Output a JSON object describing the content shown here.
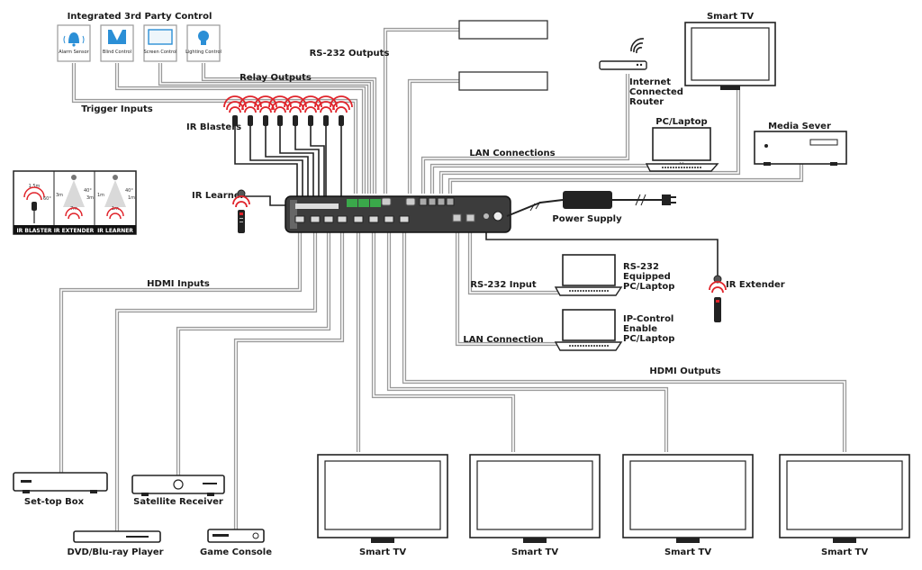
{
  "labels": {
    "integrated": "Integrated 3rd Party Control",
    "alarm": "Alarm Sensor",
    "blind": "Blind Control",
    "screen": "Screen Control",
    "lighting": "Lighting Control",
    "relay": "Relay Outputs",
    "trigger": "Trigger Inputs",
    "rs232_outputs": "RS-232 Outputs",
    "ir_blasters": "IR Blasters",
    "ir_learner": "IR Learner",
    "lan_connections": "LAN Connections",
    "router": [
      "Internet",
      "Connected",
      "Router"
    ],
    "smart_tv": "Smart TV",
    "pc_laptop": "PC/Laptop",
    "media_server": "Media Sever",
    "power_supply": "Power Supply",
    "hdmi_inputs": "HDMI Inputs",
    "rs232_input": "RS-232 Input",
    "rs232_pc": [
      "RS-232",
      "Equipped",
      "PC/Laptop"
    ],
    "ir_extender": "IR Extender",
    "lan_connection": "LAN Connection",
    "ip_pc": [
      "IP-Control",
      "Enable",
      "PC/Laptop"
    ],
    "hdmi_outputs": "HDMI Outputs",
    "settop": "Set-top Box",
    "satellite": "Satellite Receiver",
    "dvd": "DVD/Blu-ray Player",
    "game": "Game Console",
    "tv1": "Smart TV",
    "tv2": "Smart TV",
    "tv3": "Smart TV",
    "tv4": "Smart TV"
  },
  "legend": {
    "blaster": "IR BLASTER",
    "extender": "IR EXTENDER",
    "learner": "IR LEARNER",
    "blaster_dist": "1.5m",
    "blaster_angle": "60°",
    "ext_left": "3m",
    "ext_right": "3m",
    "ext_bottom": "7m",
    "ext_angle": "40°",
    "lrn_left": "1m",
    "lrn_right": "1m",
    "lrn_bottom": "1m",
    "lrn_angle": "40°"
  },
  "colors": {
    "ir_red": "#e0242b",
    "wire": "#9a9a9a",
    "device_green": "#3aa84a",
    "icon_blue": "#2b8fd6"
  },
  "icons": [
    "bell-icon",
    "blind-icon",
    "screen-icon",
    "bulb-icon",
    "wifi-icon",
    "remote-icon",
    "plug-icon"
  ]
}
